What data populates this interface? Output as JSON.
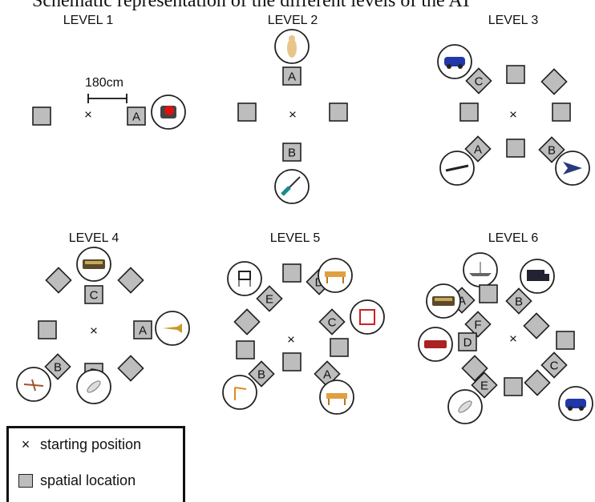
{
  "caption": "Schematic representation of the different levels of the AT",
  "scale_label": "180cm",
  "start_symbol": "×",
  "legend": {
    "start_symbol": "×",
    "start_label": "starting position",
    "location_label": "spatial location"
  },
  "levels": [
    {
      "title": "LEVEL 1",
      "items": [
        {
          "kind": "square",
          "label": ""
        },
        {
          "kind": "square",
          "label": "A"
        },
        {
          "kind": "object",
          "object": "wristwatch-icon"
        }
      ]
    },
    {
      "title": "LEVEL 2",
      "items": [
        {
          "kind": "object",
          "object": "figurine-icon"
        },
        {
          "kind": "square",
          "label": "A"
        },
        {
          "kind": "square",
          "label": ""
        },
        {
          "kind": "square",
          "label": ""
        },
        {
          "kind": "square",
          "label": "B"
        },
        {
          "kind": "object",
          "object": "screwdriver-icon"
        }
      ]
    },
    {
      "title": "LEVEL 3",
      "items": [
        {
          "kind": "object",
          "object": "toy-car-icon"
        },
        {
          "kind": "diamond",
          "label": "C"
        },
        {
          "kind": "square",
          "label": ""
        },
        {
          "kind": "diamond",
          "label": ""
        },
        {
          "kind": "square",
          "label": ""
        },
        {
          "kind": "square",
          "label": ""
        },
        {
          "kind": "diamond",
          "label": "A"
        },
        {
          "kind": "square",
          "label": ""
        },
        {
          "kind": "diamond",
          "label": "B"
        },
        {
          "kind": "object",
          "object": "pen-icon"
        },
        {
          "kind": "object",
          "object": "jet-plane-icon"
        }
      ]
    },
    {
      "title": "LEVEL 4",
      "items": [
        {
          "kind": "object",
          "object": "train-wagon-icon"
        },
        {
          "kind": "square",
          "label": "C"
        },
        {
          "kind": "diamond",
          "label": ""
        },
        {
          "kind": "diamond",
          "label": ""
        },
        {
          "kind": "square",
          "label": ""
        },
        {
          "kind": "square",
          "label": "A"
        },
        {
          "kind": "object",
          "object": "trumpet-icon"
        },
        {
          "kind": "diamond",
          "label": "B"
        },
        {
          "kind": "square",
          "label": "D"
        },
        {
          "kind": "diamond",
          "label": ""
        },
        {
          "kind": "object",
          "object": "airplane-icon"
        },
        {
          "kind": "object",
          "object": "shuttle-icon"
        }
      ]
    },
    {
      "title": "LEVEL 5",
      "items": [
        {
          "kind": "object",
          "object": "chair-icon"
        },
        {
          "kind": "diamond",
          "label": "E"
        },
        {
          "kind": "square",
          "label": ""
        },
        {
          "kind": "diamond",
          "label": "D"
        },
        {
          "kind": "object",
          "object": "table-icon"
        },
        {
          "kind": "diamond",
          "label": "C"
        },
        {
          "kind": "object",
          "object": "fridge-icon"
        },
        {
          "kind": "diamond",
          "label": ""
        },
        {
          "kind": "square",
          "label": ""
        },
        {
          "kind": "square",
          "label": ""
        },
        {
          "kind": "diamond",
          "label": "B"
        },
        {
          "kind": "square",
          "label": ""
        },
        {
          "kind": "diamond",
          "label": "A"
        },
        {
          "kind": "object",
          "object": "lamp-icon"
        },
        {
          "kind": "object",
          "object": "sofa-icon"
        }
      ]
    },
    {
      "title": "LEVEL 6",
      "items": [
        {
          "kind": "object",
          "object": "sailboat-icon"
        },
        {
          "kind": "object",
          "object": "truck-icon"
        },
        {
          "kind": "diamond",
          "label": "A"
        },
        {
          "kind": "square",
          "label": ""
        },
        {
          "kind": "diamond",
          "label": "B"
        },
        {
          "kind": "object",
          "object": "bus-icon"
        },
        {
          "kind": "diamond",
          "label": "F"
        },
        {
          "kind": "diamond",
          "label": ""
        },
        {
          "kind": "object",
          "object": "fire-truck-icon"
        },
        {
          "kind": "square",
          "label": "D"
        },
        {
          "kind": "square",
          "label": ""
        },
        {
          "kind": "diamond",
          "label": ""
        },
        {
          "kind": "diamond",
          "label": "C"
        },
        {
          "kind": "diamond",
          "label": "E"
        },
        {
          "kind": "square",
          "label": ""
        },
        {
          "kind": "diamond",
          "label": ""
        },
        {
          "kind": "object",
          "object": "helicopter-icon"
        },
        {
          "kind": "object",
          "object": "police-car-icon"
        }
      ]
    }
  ]
}
